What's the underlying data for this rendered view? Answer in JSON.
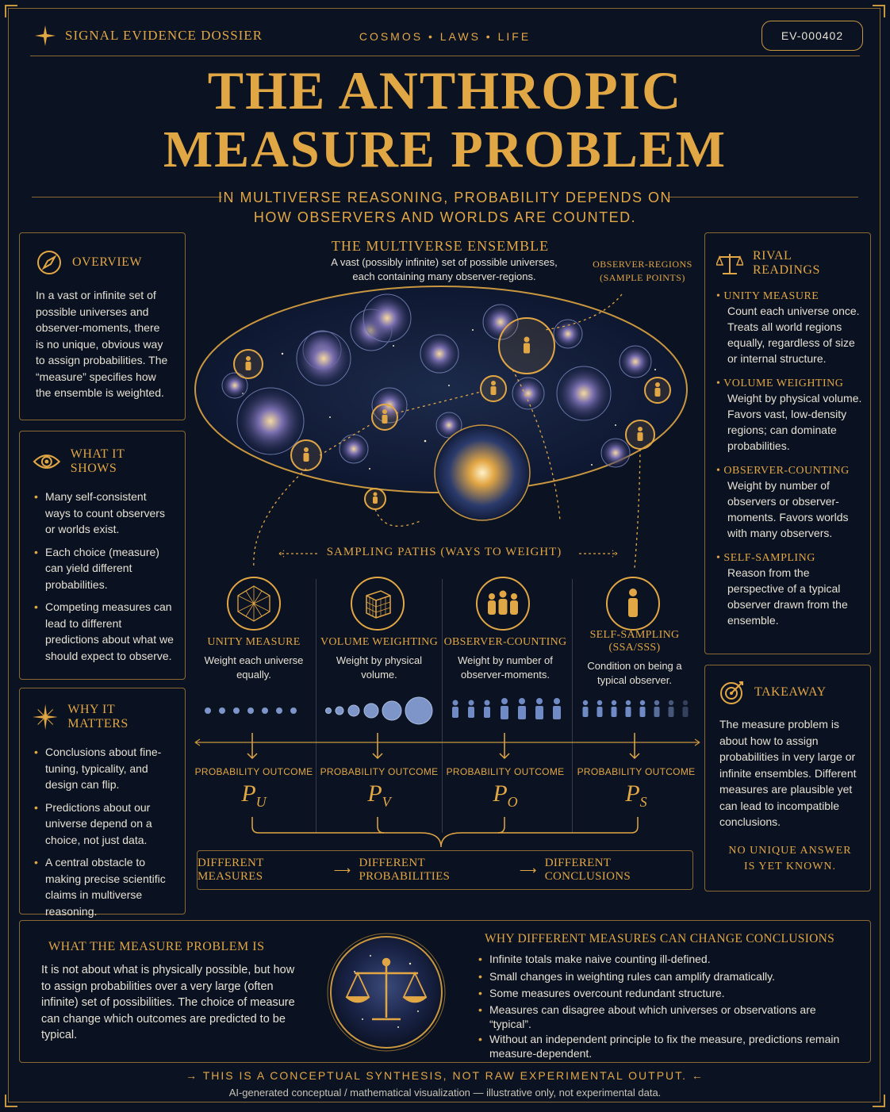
{
  "header": {
    "left_label": "SIGNAL EVIDENCE DOSSIER",
    "center_label": "COSMOS • LAWS • LIFE",
    "badge": "EV-000402"
  },
  "title": {
    "line1": "THE ANTHROPIC",
    "line2": "MEASURE PROBLEM",
    "subtitle_line1": "IN MULTIVERSE REASONING, PROBABILITY DEPENDS ON",
    "subtitle_line2": "HOW OBSERVERS AND WORLDS ARE COUNTED."
  },
  "overview": {
    "heading": "OVERVIEW",
    "icon": "compass-icon",
    "text": "In a vast or infinite set of possible universes and observer-moments, there is no unique, obvious way to assign probabilities. The “measure” specifies how the ensemble is weighted."
  },
  "what_it_shows": {
    "heading": "WHAT IT SHOWS",
    "icon": "eye-icon",
    "items": [
      "Many self-consistent ways to count observers or worlds exist.",
      "Each choice (measure) can yield different probabilities.",
      "Competing measures can lead to different predictions about what we should expect to observe."
    ]
  },
  "why_it_matters": {
    "heading": "WHY IT MATTERS",
    "icon": "star-burst-icon",
    "items": [
      "Conclusions about fine-tuning, typicality, and design can flip.",
      "Predictions about our universe depend on a choice, not just data.",
      "A central obstacle to making precise scientific claims in multiverse reasoning."
    ]
  },
  "ensemble": {
    "title": "THE MULTIVERSE ENSEMBLE",
    "desc_line1": "A vast (possibly infinite) set of possible universes,",
    "desc_line2": "each containing many observer-regions.",
    "obs_label_line1": "OBSERVER-REGIONS",
    "obs_label_line2": "(SAMPLE POINTS)",
    "paths_label": "SAMPLING PATHS (WAYS TO WEIGHT)"
  },
  "measures": [
    {
      "name": "UNITY MEASURE",
      "desc": "Weight each universe equally.",
      "icon": "geodesic-sphere-icon",
      "prob_label": "PROBABILITY OUTCOME",
      "prob": "P",
      "sub": "U"
    },
    {
      "name": "VOLUME WEIGHTING",
      "desc": "Weight by physical volume.",
      "icon": "cube-grid-icon",
      "prob_label": "PROBABILITY OUTCOME",
      "prob": "P",
      "sub": "V"
    },
    {
      "name": "OBSERVER-COUNTING",
      "desc": "Weight by number of observer-moments.",
      "icon": "people-group-icon",
      "prob_label": "PROBABILITY OUTCOME",
      "prob": "P",
      "sub": "O"
    },
    {
      "name": "SELF-SAMPLING",
      "name2": "(SSA/SSS)",
      "desc": "Condition on being a typical observer.",
      "icon": "person-icon",
      "prob_label": "PROBABILITY OUTCOME",
      "prob": "P",
      "sub": "S"
    }
  ],
  "summary": {
    "a": "DIFFERENT MEASURES",
    "b": "DIFFERENT PROBABILITIES",
    "c": "DIFFERENT CONCLUSIONS"
  },
  "rival_readings": {
    "heading": "RIVAL READINGS",
    "icon": "scales-icon",
    "items": [
      {
        "name": "UNITY MEASURE",
        "desc": "Count each universe once. Treats all world regions equally, regardless of size or internal structure."
      },
      {
        "name": "VOLUME WEIGHTING",
        "desc": "Weight by physical volume. Favors vast, low-density regions; can dominate probabilities."
      },
      {
        "name": "OBSERVER-COUNTING",
        "desc": "Weight by number of observers or observer-moments. Favors worlds with many observers."
      },
      {
        "name": "SELF-SAMPLING",
        "desc": "Reason from the perspective of a typical observer drawn from the ensemble."
      }
    ]
  },
  "takeaway": {
    "heading": "TAKEAWAY",
    "icon": "target-icon",
    "text": "The measure problem is about how to assign probabilities in very large or infinite ensembles. Different measures are plausible yet can lead to incompatible conclusions.",
    "emph_line1": "NO UNIQUE ANSWER",
    "emph_line2": "IS YET KNOWN."
  },
  "measure_problem": {
    "heading": "WHAT THE MEASURE PROBLEM IS",
    "text": "It is not about what is physically possible, but how to assign probabilities over a very large (often infinite) set of possibilities. The choice of measure can change which outcomes are predicted to be typical."
  },
  "why_different": {
    "heading": "WHY DIFFERENT MEASURES CAN CHANGE CONCLUSIONS",
    "items": [
      "Infinite totals make naive counting ill-defined.",
      "Small changes in weighting rules can amplify dramatically.",
      "Some measures overcount redundant structure.",
      "Measures can disagree about which universes or observations are “typical”.",
      "Without an independent principle to fix the measure, predictions remain measure-dependent."
    ]
  },
  "footer": {
    "note": "THIS IS A CONCEPTUAL SYNTHESIS, NOT RAW EXPERIMENTAL OUTPUT.",
    "credit": "AI-generated conceptual / mathematical visualization — illustrative only, not experimental data."
  },
  "colors": {
    "background": "#0b1222",
    "gold": "#e2a745",
    "border": "#8a6a32",
    "text": "#e6e1d3",
    "sample_blue": "#5b7bb8"
  }
}
